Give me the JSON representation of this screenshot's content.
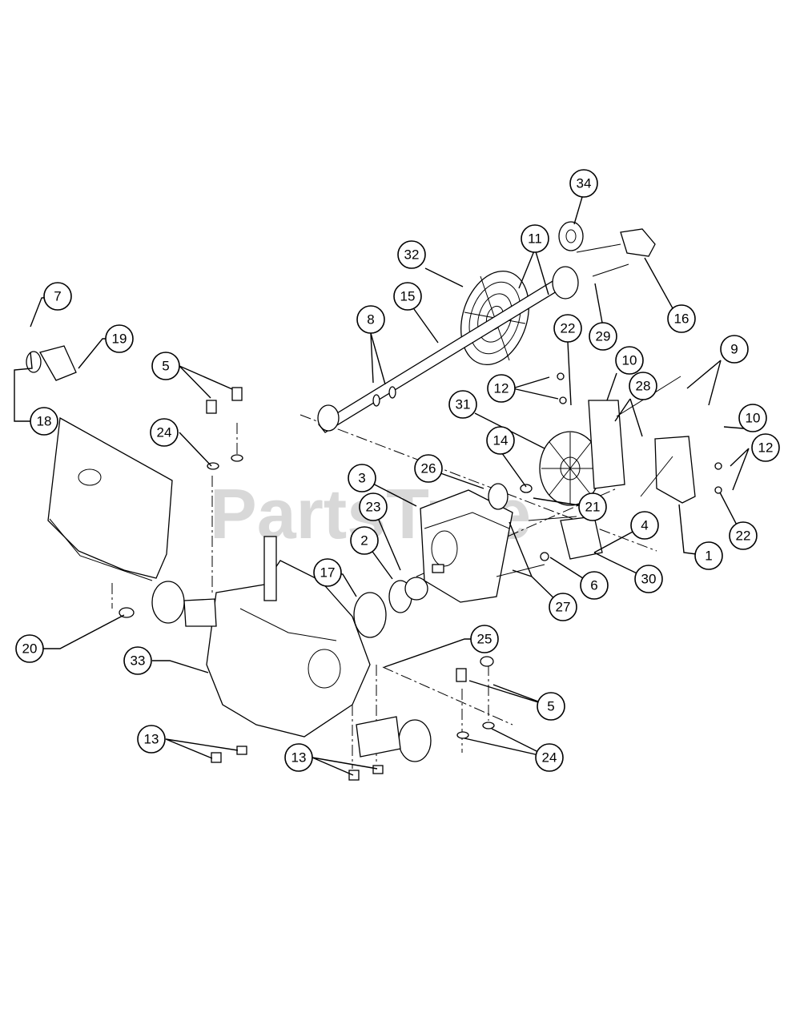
{
  "watermark": "PartsTree",
  "callouts": [
    "34",
    "11",
    "32",
    "15",
    "16",
    "29",
    "8",
    "22",
    "10",
    "28",
    "9",
    "12",
    "31",
    "10",
    "12",
    "14",
    "26",
    "21",
    "22",
    "3",
    "23",
    "4",
    "2",
    "17",
    "6",
    "30",
    "27",
    "1",
    "7",
    "19",
    "5",
    "18",
    "24",
    "20",
    "33",
    "25",
    "5",
    "24",
    "13",
    "13"
  ],
  "colors": {
    "ink": "#000000",
    "paper": "#ffffff",
    "watermark": "#cfcfcf"
  }
}
